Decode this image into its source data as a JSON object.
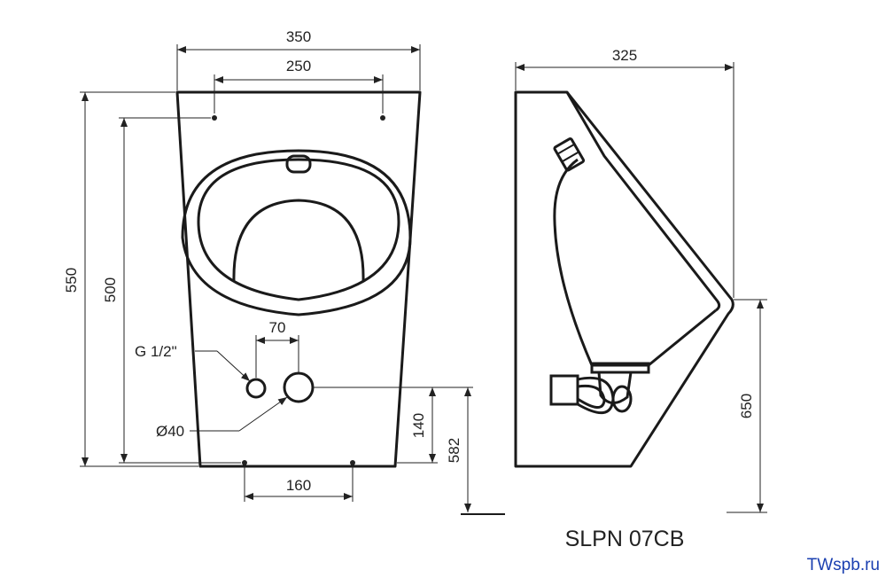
{
  "front_view": {
    "dim_width_top": "350",
    "dim_holes_spacing": "250",
    "dim_total_height": "550",
    "dim_inner_height": "500",
    "dim_inlet_offset": "70",
    "label_inlet_thread": "G 1/2\"",
    "label_outlet_diameter": "Ø40",
    "dim_outlet_height": "140",
    "dim_bottom_holes": "160"
  },
  "side_view": {
    "dim_depth": "325",
    "dim_mount_height": "650",
    "dim_outlet_floor": "582"
  },
  "model_name": "SLPN 07CB",
  "watermark": "TWspb.ru",
  "colors": {
    "line": "#1a1a1a",
    "watermark": "#1a3fb0"
  }
}
